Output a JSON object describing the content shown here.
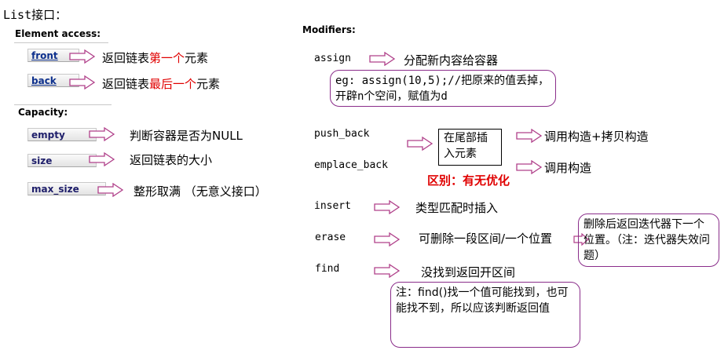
{
  "title": "List接口：",
  "element_access": {
    "heading": "Element access:",
    "items": [
      {
        "label": "front",
        "desc_prefix": "返回链表",
        "desc_highlight": "第一个",
        "desc_suffix": "元素"
      },
      {
        "label": "back",
        "desc_prefix": "返回链表",
        "desc_highlight": "最后一个",
        "desc_suffix": "元素"
      }
    ]
  },
  "capacity": {
    "heading": "Capacity:",
    "items": [
      {
        "label": "empty",
        "desc": "判断容器是否为NULL"
      },
      {
        "label": "size",
        "desc": "返回链表的大小"
      },
      {
        "label": "max_size",
        "desc": "整形取满 （无意义接口）"
      }
    ]
  },
  "modifiers": {
    "heading": "Modifiers:",
    "assign": {
      "name": "assign",
      "desc": "分配新内容给容器",
      "note": "eg: assign(10,5);//把原来的值丢掉，开辟n个空间，赋值为d"
    },
    "push_back": {
      "name": "push_back",
      "box": "在尾部插入元素",
      "desc": "调用构造+拷贝构造"
    },
    "emplace_back": {
      "name": "emplace_back",
      "desc": "调用构造",
      "difference": "区别：有无优化"
    },
    "insert": {
      "name": "insert",
      "desc": "类型匹配时插入"
    },
    "erase": {
      "name": "erase",
      "desc": "可删除一段区间/一个位置",
      "note": "删除后返回迭代器下一个位置。（注：迭代器失效问题）"
    },
    "find": {
      "name": "find",
      "desc": "没找到返回开区间",
      "note": "注：find()找一个值可能找到，也可能找不到，所以应该判断返回值"
    }
  },
  "colors": {
    "arrow_stroke": "#b0408a",
    "arrow_fill": "#ffffff",
    "highlight": "#e00000",
    "bubble_border": "#8a2d8a"
  }
}
